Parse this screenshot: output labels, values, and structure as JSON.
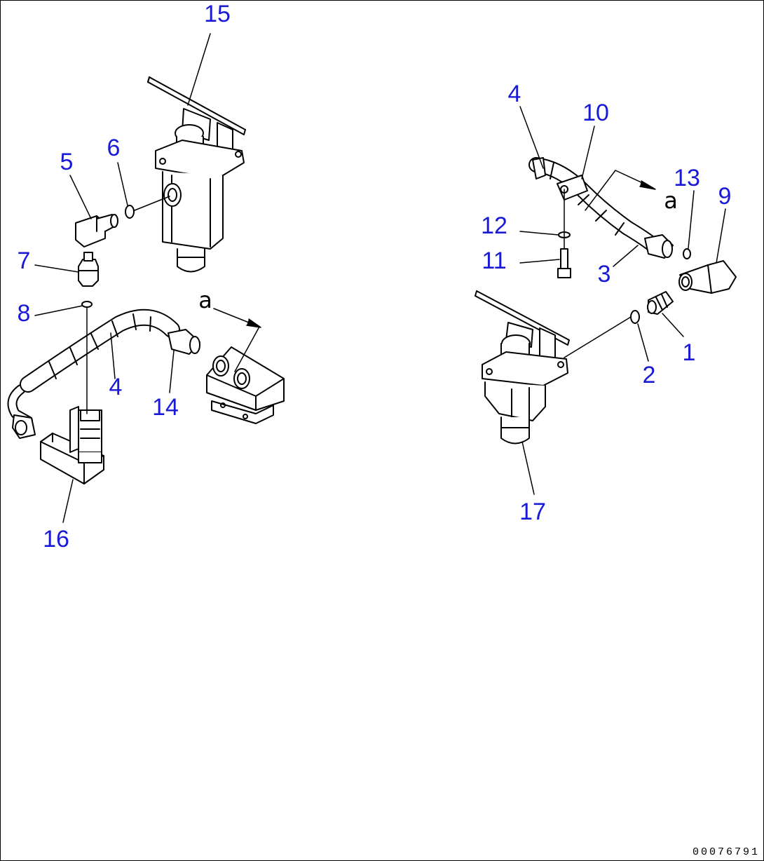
{
  "callouts": {
    "c15": "15",
    "c6": "6",
    "c5": "5",
    "c7": "7",
    "c8": "8",
    "c4_left": "4",
    "c14": "14",
    "c16": "16",
    "c4_right": "4",
    "c10": "10",
    "c13": "13",
    "c9": "9",
    "c12": "12",
    "c11": "11",
    "c3": "3",
    "c1": "1",
    "c2": "2",
    "c17": "17"
  },
  "view_labels": {
    "a_left": "a",
    "a_right": "a"
  },
  "drawing_number": "00076791",
  "colors": {
    "callout": "#1a1ad6",
    "line": "#000000"
  }
}
